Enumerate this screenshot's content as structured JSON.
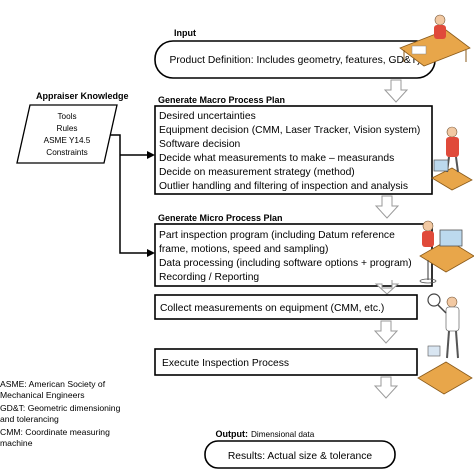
{
  "input_heading": "Input",
  "product_definition": "Product Definition: Includes geometry, features, GD&T)",
  "appraiser": {
    "heading": "Appraiser Knowledge",
    "items": [
      "Tools",
      "Rules",
      "ASME Y14.5",
      "Constraints"
    ]
  },
  "macro_plan": {
    "heading": "Generate Macro Process Plan",
    "lines": [
      "Desired uncertainties",
      "Equipment decision (CMM, Laser Tracker, Vision system)",
      "Software decision",
      "Decide what measurements to make – measurands",
      "Decide on measurement strategy (method)",
      "Outlier handling and filtering of inspection and analysis"
    ]
  },
  "micro_plan": {
    "heading": "Generate Micro Process Plan",
    "lines": [
      "Part inspection program (including Datum reference",
      "frame, motions, speed and sampling)",
      "Data processing (including software options + program)",
      "Recording / Reporting"
    ]
  },
  "collect": "Collect measurements on equipment (CMM, etc.)",
  "execute": "Execute Inspection Process",
  "output_heading": "Output:",
  "output_value": "Dimensional data",
  "results": "Results: Actual size & tolerance",
  "notes": [
    "ASME: American Society of",
    "Mechanical Engineers",
    "GD&T: Geometric dimensioning",
    "and tolerancing",
    "CMM: Coordinate measuring",
    "machine"
  ],
  "colors": {
    "line": "#000000",
    "arrow_fill": "#ffffff",
    "arrow_stroke": "#9a9a9a",
    "figure_skin": "#f2c9a3",
    "figure_shirt": "#e04a3a",
    "desk": "#e8a64a",
    "screen": "#bcd9ee"
  }
}
